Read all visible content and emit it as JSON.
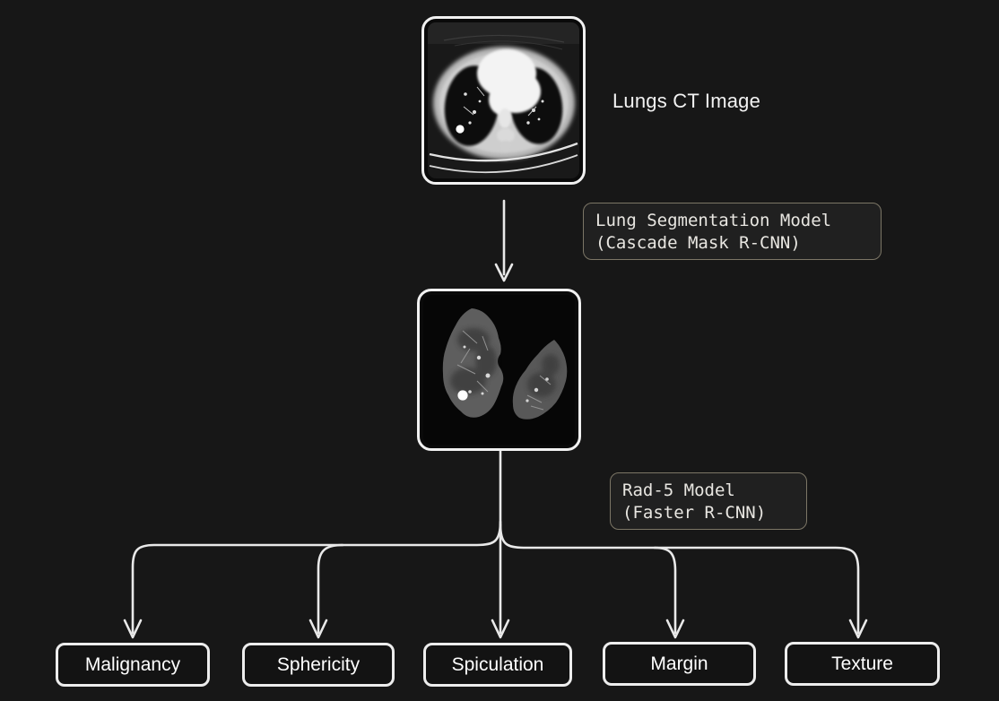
{
  "diagram": {
    "input_node": {
      "label": "Lungs CT Image"
    },
    "images": {
      "ct": "lungs-ct-axial-slice",
      "segmented": "segmented-lungs-mask"
    },
    "stages": {
      "segmentation_model": {
        "line1": "Lung Segmentation Model",
        "line2": "(Cascade Mask R-CNN)"
      },
      "rad5_model": {
        "line1": "Rad-5 Model",
        "line2": "(Faster R-CNN)"
      }
    },
    "outputs": [
      {
        "label": "Malignancy"
      },
      {
        "label": "Sphericity"
      },
      {
        "label": "Spiculation"
      },
      {
        "label": "Margin"
      },
      {
        "label": "Texture"
      }
    ],
    "colors": {
      "background": "#171717",
      "stroke": "#e9e9e9",
      "label_box_border": "#7c7666",
      "label_box_background": "#202020",
      "label_text": "#e8e6e1",
      "output_text": "#ffffff"
    }
  }
}
